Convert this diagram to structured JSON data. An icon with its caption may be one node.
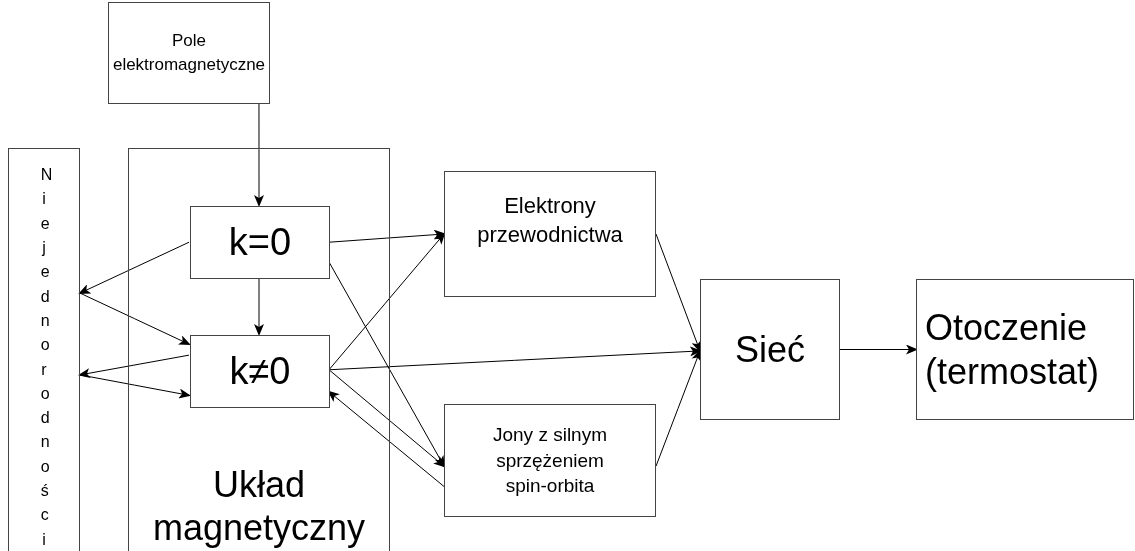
{
  "diagram": {
    "nodes": [
      {
        "text": [
          "Pole elektromagnetyczne"
        ]
      },
      {
        "text": [
          "Niejednorodności"
        ]
      },
      {
        "text": [
          "Układ magnetyczny"
        ]
      },
      {
        "text": [
          "k=0"
        ],
        "in": 2
      },
      {
        "text": [
          "k≠0"
        ],
        "in": 2
      },
      {
        "text": [
          "Elektrony przewodnictwa"
        ]
      },
      {
        "text": [
          "Jony z silnym sprzężeniem spin-orbita"
        ]
      },
      {
        "text": [
          "Sieć"
        ]
      },
      {
        "text": [
          "Otoczenie (termostat)"
        ]
      }
    ],
    "edges": [
      {
        "from": 0,
        "to": 3,
        "arrow": "to"
      },
      {
        "from": 3,
        "to": 4,
        "arrow": "to"
      },
      {
        "from": 3,
        "to": 1,
        "arrow": "to"
      },
      {
        "from": 1,
        "to": 4,
        "arrow": "to"
      },
      {
        "from": 4,
        "to": 1,
        "arrow": "to"
      },
      {
        "from": 1,
        "to": 4,
        "arrow": "to"
      },
      {
        "from": 3,
        "to": 5,
        "arrow": "to"
      },
      {
        "from": 3,
        "to": 6,
        "arrow": "to"
      },
      {
        "from": 4,
        "to": 5,
        "arrow": "to"
      },
      {
        "from": 4,
        "to": 7,
        "arrow": "to"
      },
      {
        "from": 4,
        "to": 6,
        "arrow": "to"
      },
      {
        "from": 6,
        "to": 4,
        "arrow": "to"
      },
      {
        "from": 5,
        "to": 7,
        "arrow": "to"
      },
      {
        "from": 6,
        "to": 7,
        "arrow": "to"
      },
      {
        "from": 7,
        "to": 8,
        "arrow": "to"
      }
    ]
  }
}
